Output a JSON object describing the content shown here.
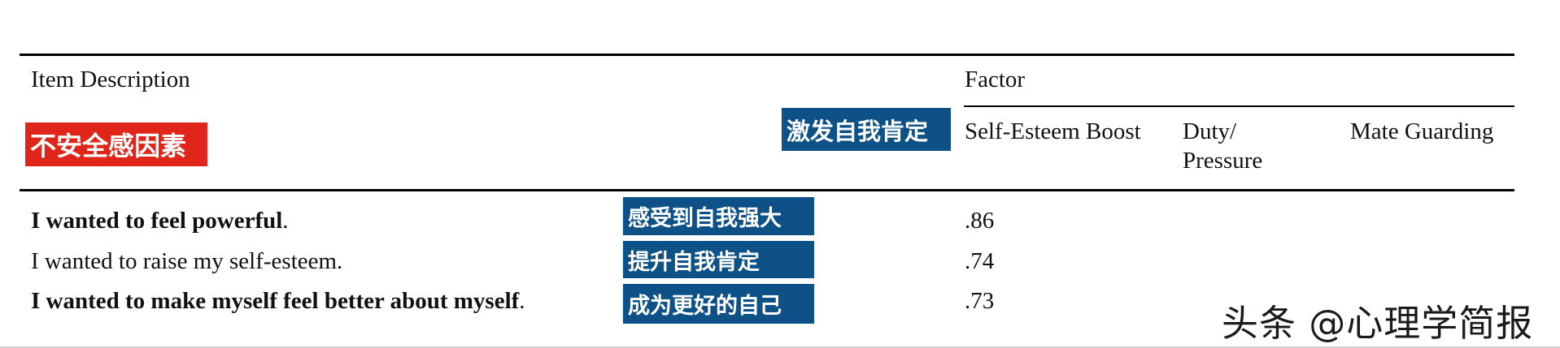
{
  "table": {
    "header": {
      "item_description": "Item Description",
      "factor": "Factor",
      "columns": [
        "Self-Esteem Boost",
        "Duty/\nPressure",
        "Mate Guarding"
      ]
    },
    "rows": [
      {
        "item": "I wanted to feel powerful",
        "bold": true,
        "suffix": ".",
        "annotation": "感受到自我强大",
        "value": ".86"
      },
      {
        "item": "I wanted to raise my self-esteem.",
        "bold": false,
        "suffix": "",
        "annotation": "提升自我肯定",
        "value": ".74"
      },
      {
        "item": "I wanted to make myself feel better about myself",
        "bold": true,
        "suffix": ".",
        "annotation": "成为更好的自己",
        "value": ".73"
      }
    ]
  },
  "annotations": {
    "insecurity_factor": "不安全感因素",
    "self_esteem_factor": "激发自我肯定"
  },
  "watermark": "头条 @心理学简报",
  "colors": {
    "annotation_red": "#e0251b",
    "annotation_blue": "#0d5187"
  }
}
